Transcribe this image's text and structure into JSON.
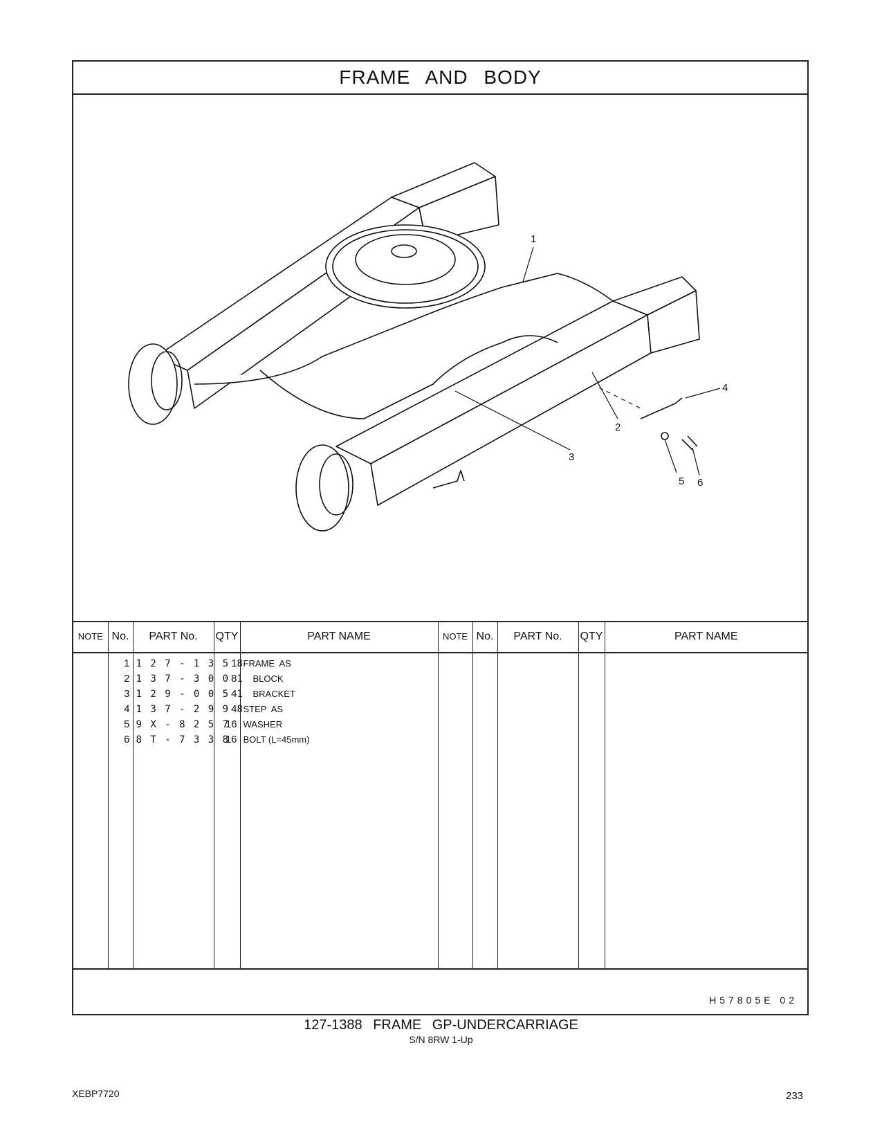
{
  "header": {
    "title": "FRAME   AND   BODY"
  },
  "callouts": [
    "1",
    "2",
    "3",
    "4",
    "5",
    "6"
  ],
  "table": {
    "columns": [
      "NOTE",
      "No.",
      "PART No.",
      "QTY",
      "PART NAME"
    ],
    "rows": [
      {
        "no": "1",
        "part_no": "1 2 7 - 1 3 5 8",
        "qty": "1",
        "name": "FRAME  AS"
      },
      {
        "no": "2",
        "part_no": "1 3 7 - 3 0 0 1",
        "qty": "8",
        "name": "BLOCK"
      },
      {
        "no": "3",
        "part_no": "1 2 9 - 0 0 5 1",
        "qty": "4",
        "name": "BRACKET"
      },
      {
        "no": "4",
        "part_no": "1 3 7 - 2 9 9 8",
        "qty": "4",
        "name": "STEP  AS"
      },
      {
        "no": "5",
        "part_no": "9 X - 8 2 5 7",
        "qty": "16",
        "name": "WASHER"
      },
      {
        "no": "6",
        "part_no": "8 T - 7 3 3 8",
        "qty": "16",
        "name": "BOLT (L=45mm)"
      }
    ]
  },
  "footer": {
    "ref": "H57805E   02",
    "caption": "127-1388   FRAME  GP-UNDERCARRIAGE",
    "serial": "S/N 8RW 1-Up",
    "doc_id": "XEBP7720",
    "page": "233"
  }
}
